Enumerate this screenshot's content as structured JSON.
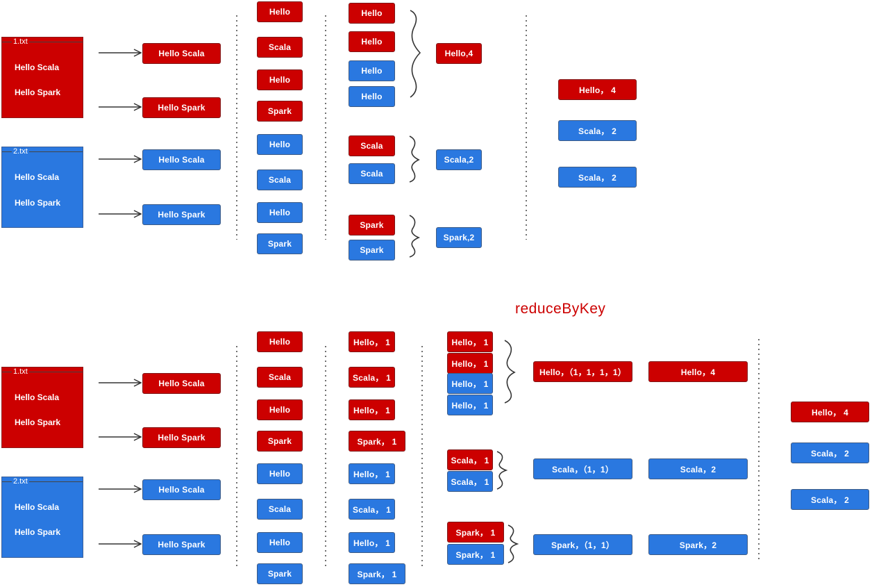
{
  "reduce_label": "reduceByKey",
  "files": [
    {
      "name": "1.txt",
      "lines": [
        "Hello Scala",
        "Hello Spark"
      ]
    },
    {
      "name": "2.txt",
      "lines": [
        "Hello Scala",
        "Hello Spark"
      ]
    }
  ],
  "line_boxes": [
    "Hello Scala",
    "Hello Spark",
    "Hello Scala",
    "Hello Spark"
  ],
  "words": [
    "Hello",
    "Scala",
    "Hello",
    "Spark",
    "Hello",
    "Scala",
    "Hello",
    "Spark"
  ],
  "top": {
    "grouped": [
      "Hello",
      "Hello",
      "Hello",
      "Hello",
      "Scala",
      "Scala",
      "Spark",
      "Spark"
    ],
    "counts": [
      "Hello,4",
      "Scala,2",
      "Spark,2"
    ],
    "results": [
      "Hello， 4",
      "Scala， 2",
      "Scala， 2"
    ]
  },
  "bottom": {
    "pairs": [
      "Hello， 1",
      "Scala， 1",
      "Hello， 1",
      "Spark， 1",
      "Hello， 1",
      "Scala， 1",
      "Hello， 1",
      "Spark， 1"
    ],
    "grouped": [
      "Hello， 1",
      "Hello， 1",
      "Hello， 1",
      "Hello， 1",
      "Scala， 1",
      "Scala， 1",
      "Spark， 1",
      "Spark， 1"
    ],
    "lists": [
      "Hello，（1，1，1，1）",
      "Scala，（1，1）",
      "Spark，（1，1）"
    ],
    "reduced": [
      "Hello，4",
      "Scala，2",
      "Spark，2"
    ],
    "results": [
      "Hello， 4",
      "Scala， 2",
      "Scala， 2"
    ]
  }
}
